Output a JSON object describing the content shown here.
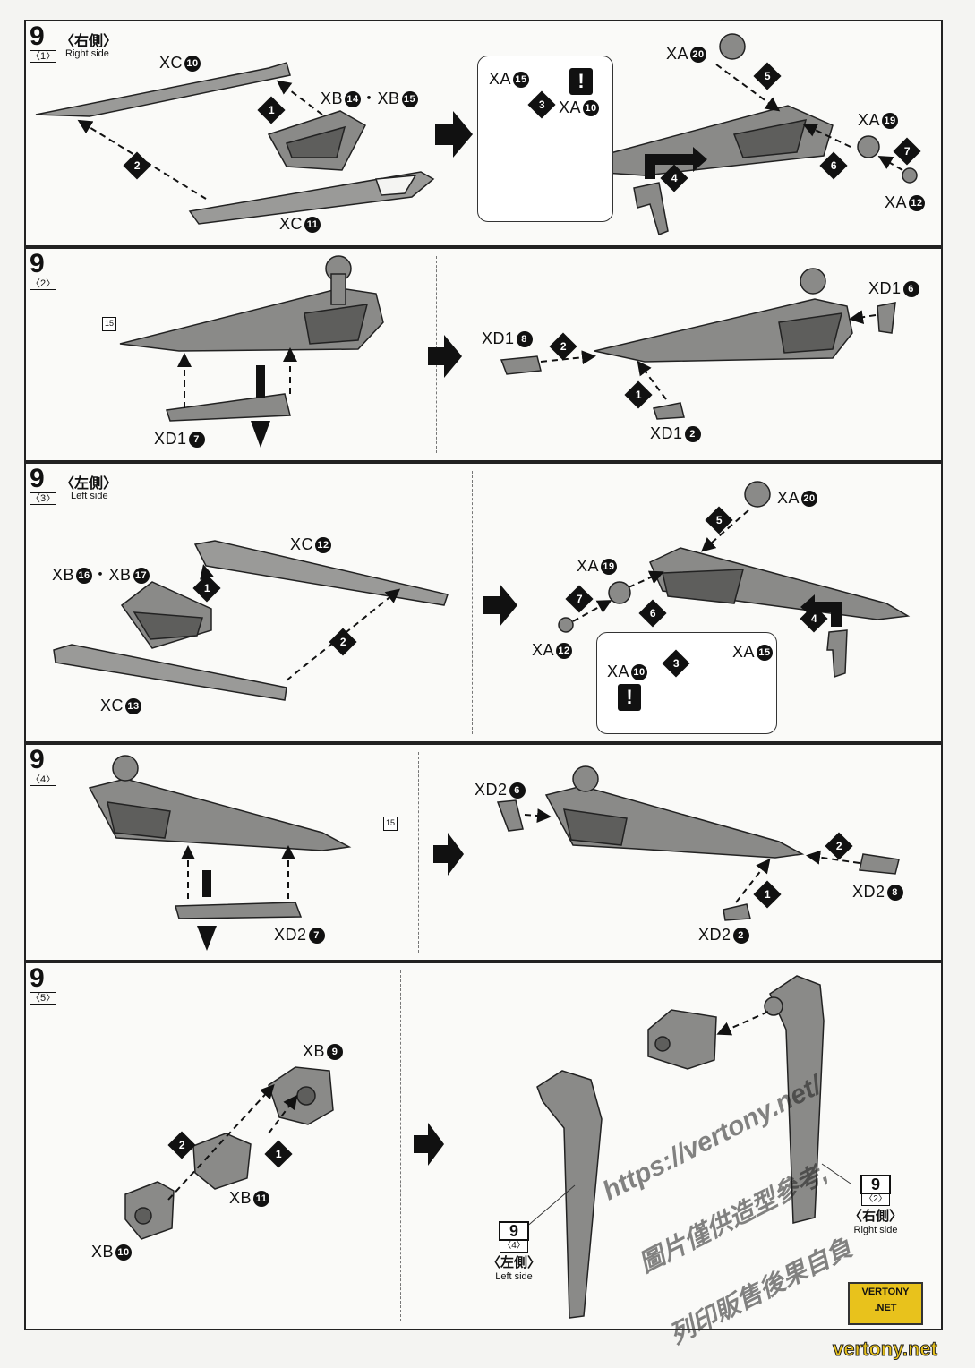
{
  "steps": [
    {
      "num": "9",
      "sub": "〈1〉",
      "side_jp": "〈右側〉",
      "side_en": "Right side",
      "labels": {
        "xc10": "XC",
        "xb14": "XB",
        "xb15": "XB",
        "xc11": "XC",
        "xa15": "XA",
        "xa10": "XA",
        "xa20": "XA",
        "xa19": "XA",
        "xa12": "XA"
      }
    },
    {
      "num": "9",
      "sub": "〈2〉",
      "labels": {
        "xd17": "XD1",
        "xd18": "XD1",
        "xd16": "XD1",
        "xd12": "XD1"
      }
    },
    {
      "num": "9",
      "sub": "〈3〉",
      "side_jp": "〈左側〉",
      "side_en": "Left side",
      "labels": {
        "xb16": "XB",
        "xb17": "XB",
        "xc12": "XC",
        "xc13": "XC",
        "xa20": "XA",
        "xa19": "XA",
        "xa12": "XA",
        "xa10": "XA",
        "xa15": "XA"
      }
    },
    {
      "num": "9",
      "sub": "〈4〉",
      "labels": {
        "xd26": "XD2",
        "xd27": "XD2",
        "xd28": "XD2",
        "xd22": "XD2"
      }
    },
    {
      "num": "9",
      "sub": "〈5〉",
      "labels": {
        "xb9": "XB",
        "xb11": "XB",
        "xb10": "XB"
      }
    }
  ],
  "part_numbers": {
    "n10": "10",
    "n14": "14",
    "n15": "15",
    "n11": "11",
    "n20": "20",
    "n19": "19",
    "n12": "12",
    "n7": "7",
    "n8": "8",
    "n6": "6",
    "n2": "2",
    "n16": "16",
    "n17": "17",
    "n13": "13",
    "n9": "9"
  },
  "sep_dot": "・",
  "order_numbers": [
    "1",
    "2",
    "3",
    "4",
    "5",
    "6",
    "7"
  ],
  "warning_mark": "!",
  "sticker_ref": "15",
  "final_refs": {
    "left": {
      "num": "9",
      "sub": "〈4〉",
      "side_jp": "〈左側〉",
      "side_en": "Left side"
    },
    "right": {
      "num": "9",
      "sub": "〈2〉",
      "side_jp": "〈右側〉",
      "side_en": "Right side"
    }
  },
  "watermark": {
    "url": "https://vertony.net/",
    "line1": "圖片僅供造型參考,",
    "line2": "列印販售後果自負"
  },
  "logo": {
    "line1": "VERTONY",
    "line2": ".NET",
    "site": "vertony.net"
  },
  "colors": {
    "part_fill": "#8a8a88",
    "part_dark": "#5e5e5c",
    "line": "#222222"
  }
}
